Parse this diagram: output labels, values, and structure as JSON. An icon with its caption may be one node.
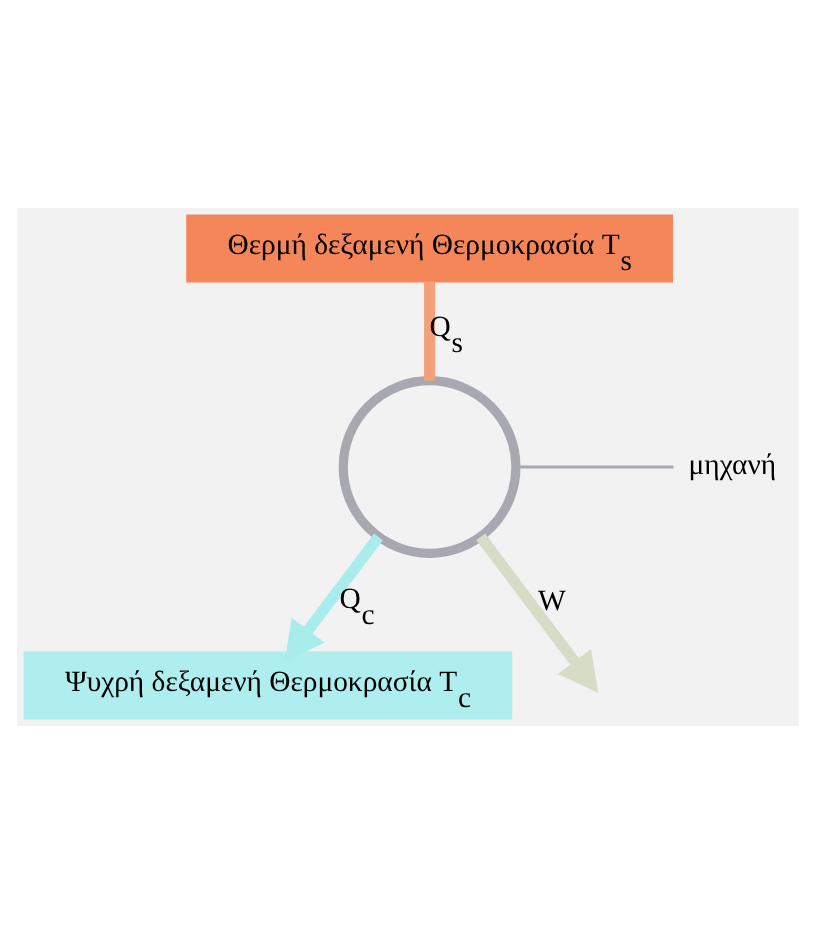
{
  "diagram": {
    "nodes": [
      {
        "text": [
          "Θερμή δεξαμενή Θερμοκρασία T$_{s}$"
        ]
      },
      {
        "text": [],
        "shape": "circle"
      },
      {
        "text": [
          "Ψυχρή δεξαμενή Θερμοκρασία T$_{c}$"
        ]
      },
      {
        "text": [
          "μηχανή"
        ]
      }
    ],
    "edges": [
      {
        "from": 0,
        "to": 1,
        "arrow": "none",
        "label": "Q$_{s}$",
        "color": "#f4a07a"
      },
      {
        "from": 1,
        "to": 2,
        "arrow": "to",
        "label": "Q$_{c}$",
        "color": "#a8ecec"
      },
      {
        "from": 1,
        "to": null,
        "arrow": "to",
        "label": "W",
        "color": "#d6dcc6"
      },
      {
        "from": 3,
        "to": 1,
        "arrow": "none"
      }
    ]
  }
}
